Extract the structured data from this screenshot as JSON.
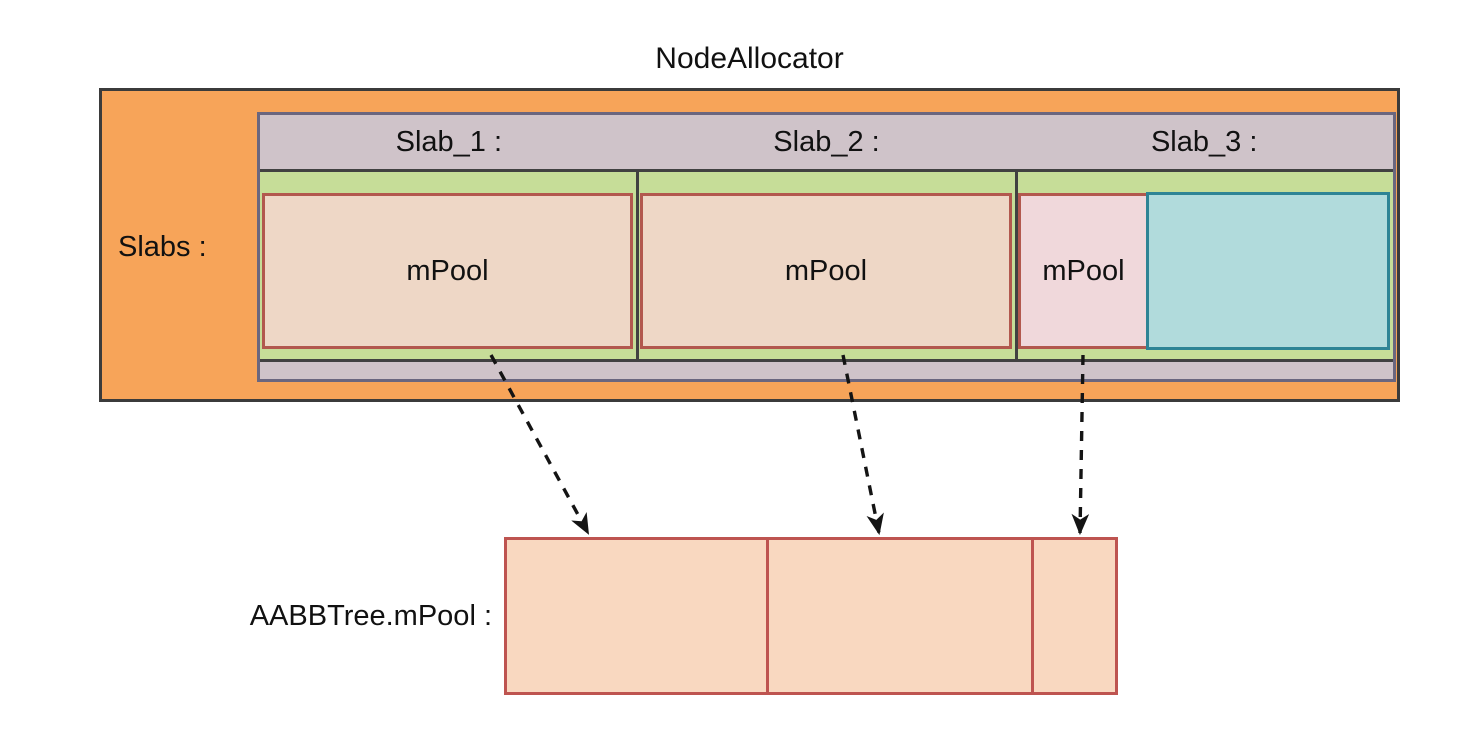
{
  "title": "NodeAllocator",
  "diagram": {
    "slabs_label": "Slabs :",
    "slabs": [
      {
        "name": "Slab_1 :",
        "mpool_label": "mPool"
      },
      {
        "name": "Slab_2 :",
        "mpool_label": "mPool"
      },
      {
        "name": "Slab_3 :",
        "mpool_label": "mPool"
      }
    ],
    "aabbtree_label": "AABBTree.mPool :",
    "pool_segment_count": 3,
    "arrow_count": 3
  },
  "palette": {
    "background": "#FFFFFF",
    "text": "#111111",
    "outer_box_fill": "#F7A459",
    "outer_box_border": "#3B3B3B",
    "container_fill": "#CFC3C9",
    "container_border": "#6A667F",
    "slab_region_fill": "#C6DD98",
    "slab_region_border": "#414141",
    "mpool_fill": "#EED7C6",
    "mpool_slab3_fill": "#F0D8DB",
    "mpool_border": "#B2584E",
    "free_region_fill": "#B1DBDC",
    "free_region_border": "#2E8495",
    "pool_box_fill": "#F9D8C0",
    "pool_box_border": "#BE5450",
    "arrow_color": "#141414"
  }
}
